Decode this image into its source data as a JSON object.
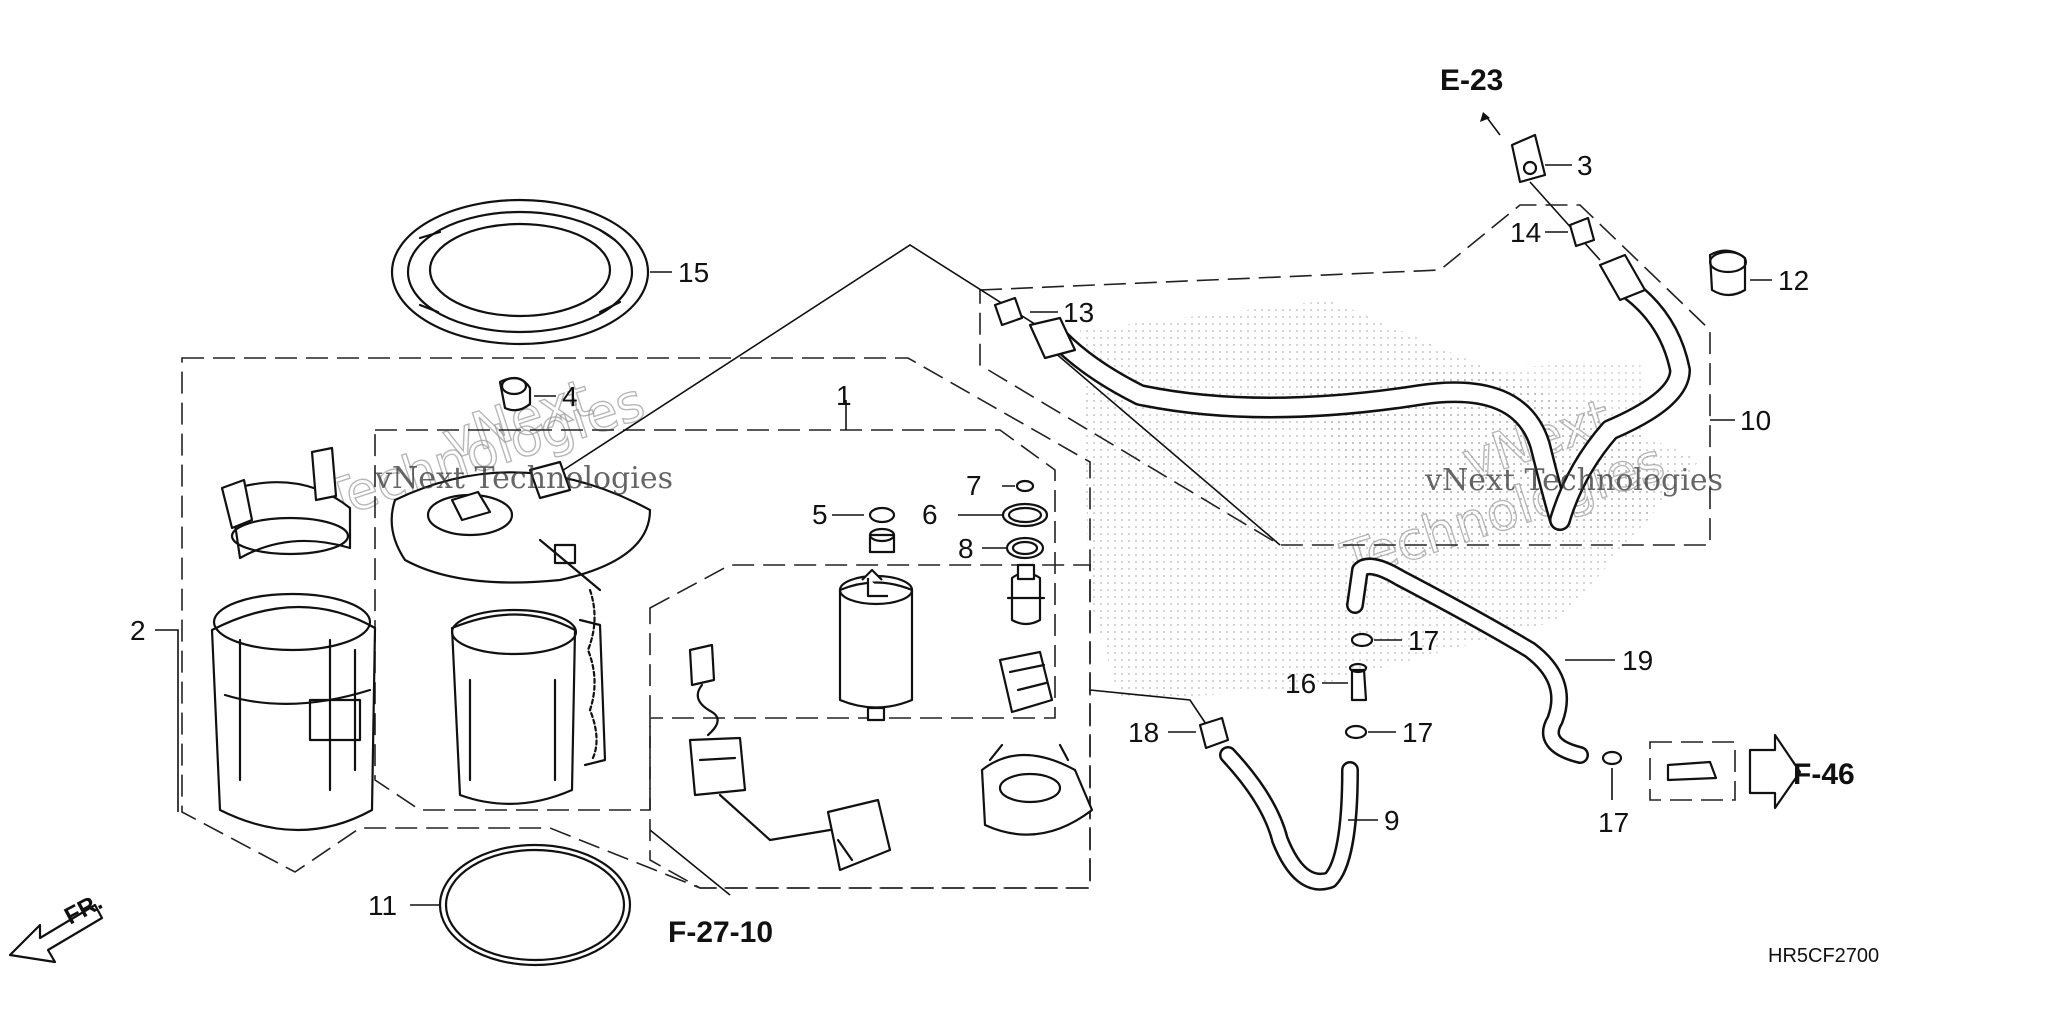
{
  "references": {
    "e23": "E-23",
    "f27_10": "F-27-10",
    "f46": "F-46",
    "front": "FR."
  },
  "diagram_code": "HR5CF2700",
  "watermark": {
    "line1": "vNext",
    "line2": "Technologies",
    "combined": "vNext Technologies"
  },
  "callouts": {
    "p1": "1",
    "p2": "2",
    "p3": "3",
    "p4": "4",
    "p5": "5",
    "p6": "6",
    "p7": "7",
    "p8": "8",
    "p9": "9",
    "p10": "10",
    "p11": "11",
    "p12": "12",
    "p13": "13",
    "p14": "14",
    "p15": "15",
    "p16": "16",
    "p17a": "17",
    "p17b": "17",
    "p17c": "17",
    "p18": "18",
    "p19": "19"
  }
}
